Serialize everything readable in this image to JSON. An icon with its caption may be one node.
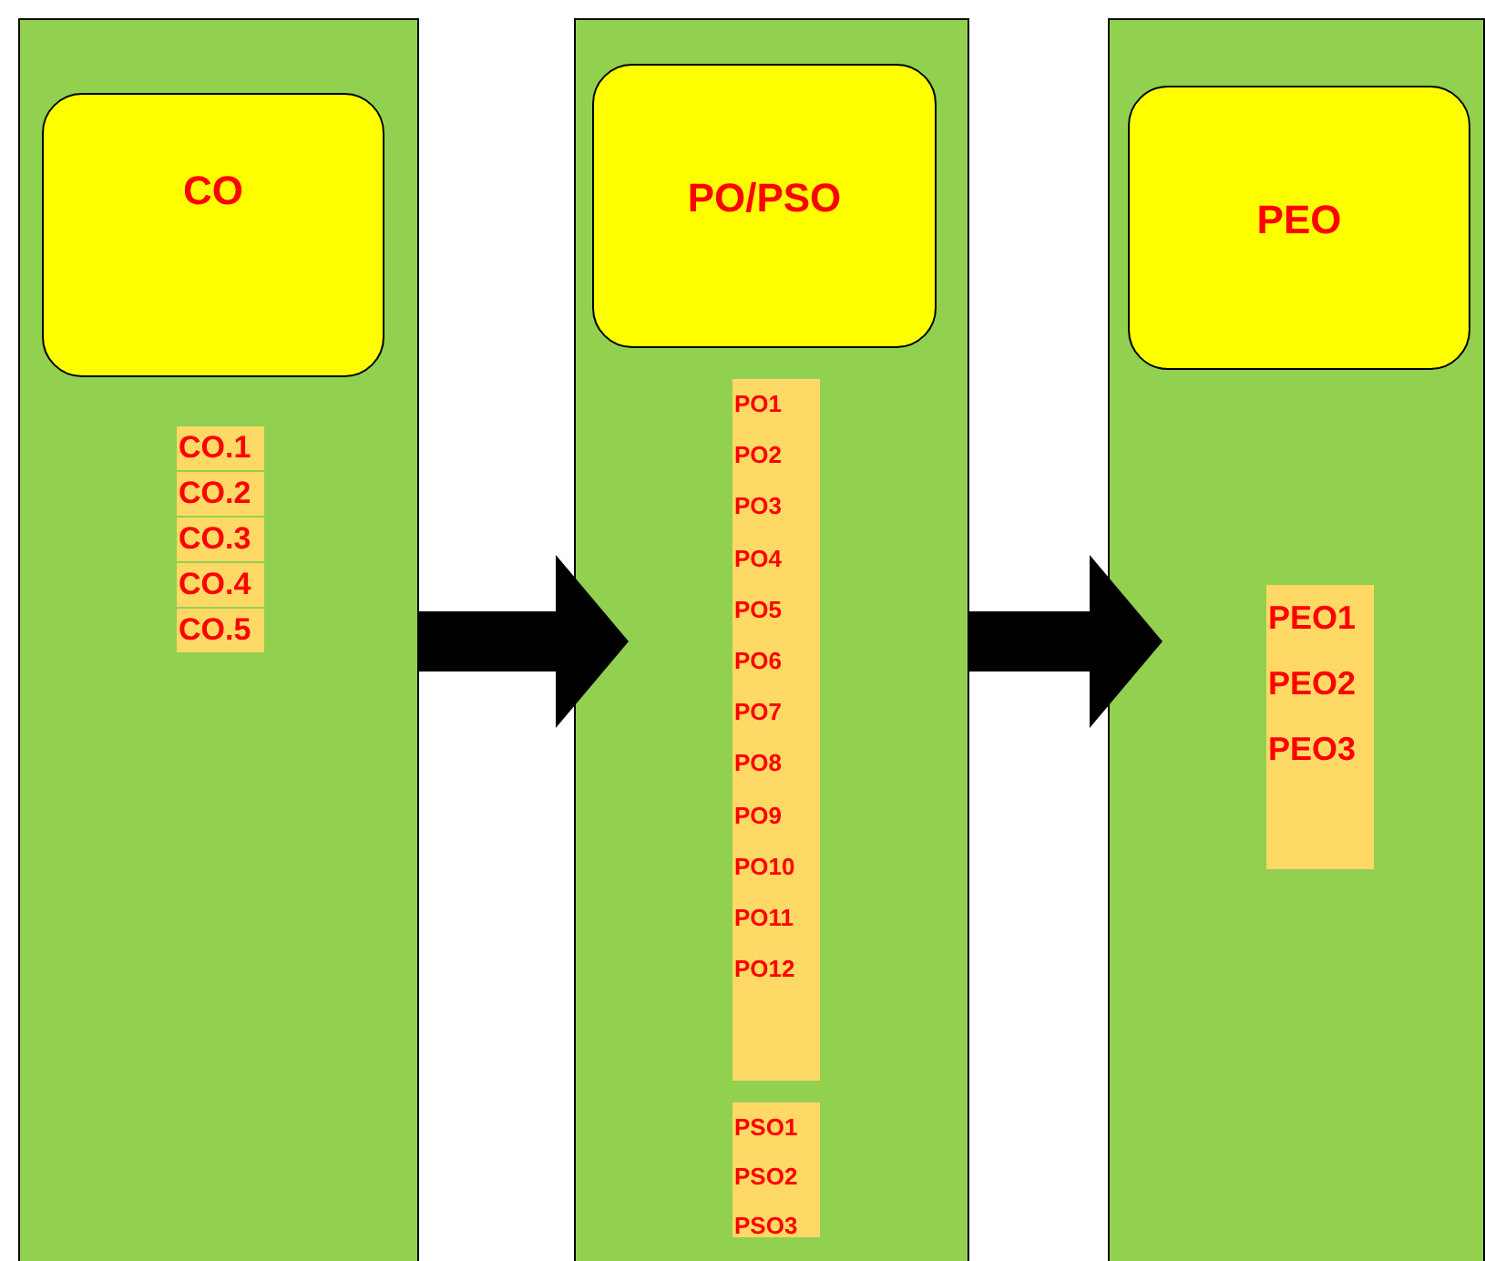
{
  "diagram": {
    "nodes": [
      {
        "text": [],
        "shape": "box"
      },
      {
        "text": [
          "CO"
        ],
        "in": 0
      },
      {
        "text": [
          "CO.1"
        ],
        "in": 0
      },
      {
        "text": [
          "CO.2"
        ],
        "in": 0
      },
      {
        "text": [
          "CO.3"
        ],
        "in": 0
      },
      {
        "text": [
          "CO.4"
        ],
        "in": 0
      },
      {
        "text": [
          "CO.5"
        ],
        "in": 0
      },
      {
        "text": [],
        "shape": "box"
      },
      {
        "text": [
          "PO/PSO"
        ],
        "in": 7
      },
      {
        "text": [
          "PO1",
          "PO2",
          "PO3",
          "PO4",
          "PO5",
          "PO6",
          "PO7",
          "PO8",
          "PO9",
          "PO10",
          "PO11",
          "PO12"
        ],
        "in": 7
      },
      {
        "text": [
          "PSO1",
          "PSO2",
          "PSO3"
        ],
        "in": 7
      },
      {
        "text": [],
        "shape": "box"
      },
      {
        "text": [
          "PEO"
        ],
        "in": 11
      },
      {
        "text": [
          "PEO1",
          "PEO2",
          "PEO3"
        ],
        "in": 11
      }
    ],
    "edges": [
      {
        "from": 0,
        "to": 7,
        "arrow": "to"
      },
      {
        "from": 7,
        "to": 11,
        "arrow": "to"
      }
    ]
  }
}
